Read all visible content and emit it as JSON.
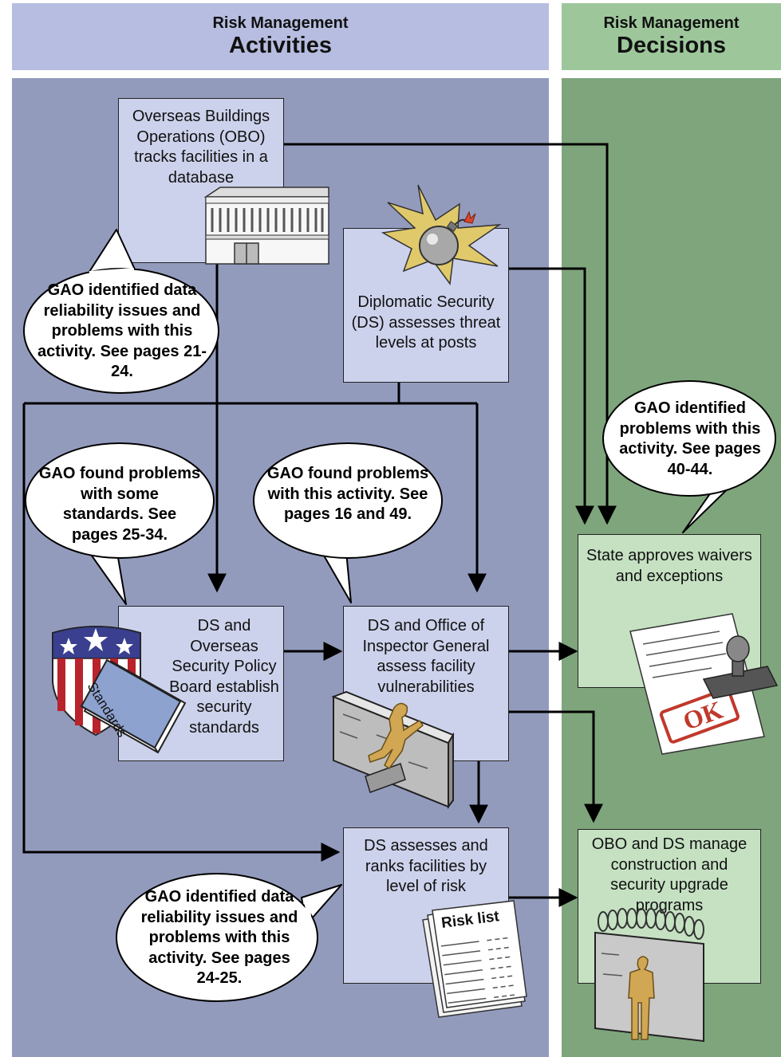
{
  "columns": {
    "left": {
      "subtitle": "Risk Management",
      "title": "Activities"
    },
    "right": {
      "subtitle": "Risk Management",
      "title": "Decisions"
    }
  },
  "boxes": {
    "obo_tracks": "Overseas Buildings Operations (OBO) tracks facilities in a database",
    "ds_threat": "Diplomatic Security (DS) assesses threat levels at posts",
    "ds_standards": "DS and Overseas Security Policy Board establish security standards",
    "ds_oig": "DS and Office of Inspector General assess facility vulnerabilities",
    "ds_ranks": "DS assesses and ranks facilities by level of risk",
    "state_waivers": "State approves waivers and exceptions",
    "obo_ds_manage": "OBO and DS manage construction and security upgrade programs"
  },
  "callouts": {
    "obo": "GAO identified data reliability issues and problems with this activity. See pages 21-24.",
    "standards": "GAO found problems with some standards. See pages 25-34.",
    "vulnerabilities": "GAO found problems with this activity. See pages 16 and 49.",
    "waivers": "GAO identified problems with this activity. See pages 40-44.",
    "ranks": "GAO identified data reliability issues and problems with this activity. See pages 24-25."
  },
  "illustration_labels": {
    "standards_book": "Standards",
    "risk_list": "Risk list",
    "stamp": "OK"
  },
  "colors": {
    "left_panel": "#939bbd",
    "left_header": "#b7bde0",
    "right_panel": "#7fa57d",
    "right_header": "#9dc79b",
    "activity_box": "#cdd2ec",
    "decision_box": "#c5e1c2"
  },
  "icons": [
    "building-icon",
    "bomb-icon",
    "shield-icon",
    "standards-book-icon",
    "climber-wall-icon",
    "risk-list-icon",
    "stamp-document-icon",
    "fence-guard-icon"
  ]
}
